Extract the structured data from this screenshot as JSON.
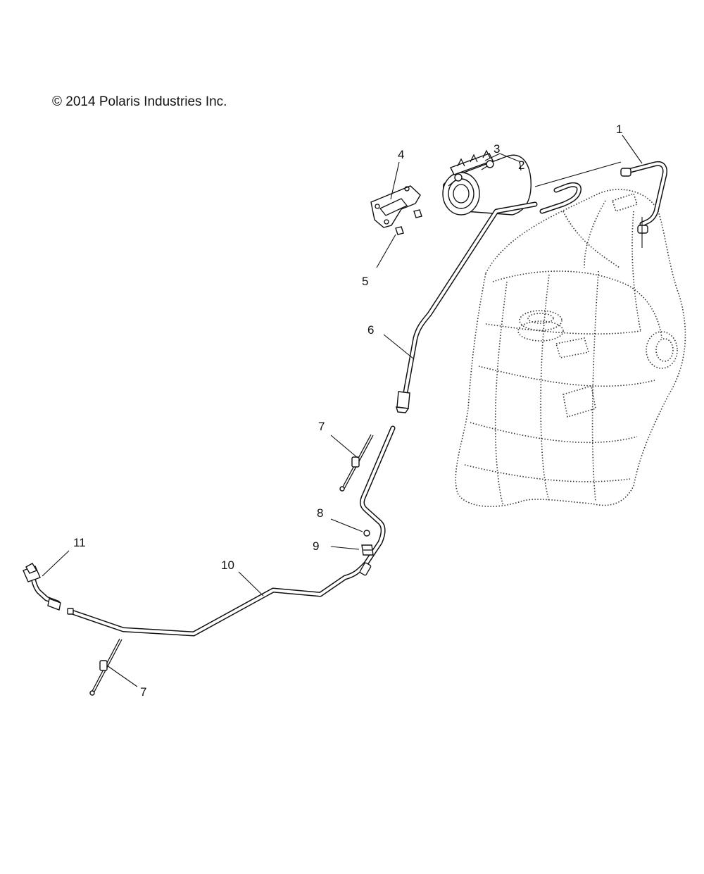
{
  "copyright": "© 2014 Polaris Industries Inc.",
  "callouts": [
    {
      "id": "c1",
      "label": "1"
    },
    {
      "id": "c2",
      "label": "2"
    },
    {
      "id": "c3",
      "label": "3"
    },
    {
      "id": "c4",
      "label": "4"
    },
    {
      "id": "c5",
      "label": "5"
    },
    {
      "id": "c6",
      "label": "6"
    },
    {
      "id": "c7a",
      "label": "7"
    },
    {
      "id": "c8",
      "label": "8"
    },
    {
      "id": "c9",
      "label": "9"
    },
    {
      "id": "c10",
      "label": "10"
    },
    {
      "id": "c11",
      "label": "11"
    },
    {
      "id": "c7b",
      "label": "7"
    }
  ]
}
